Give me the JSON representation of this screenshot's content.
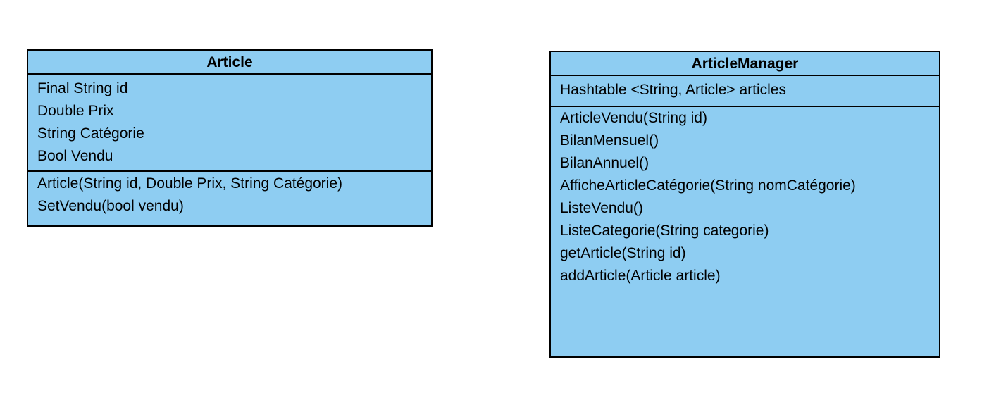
{
  "classes": [
    {
      "name": "Article",
      "attributes": [
        "Final String id",
        "Double Prix",
        "String Catégorie",
        "Bool Vendu"
      ],
      "methods": [
        "Article(String id, Double Prix, String Catégorie)",
        "SetVendu(bool vendu)"
      ]
    },
    {
      "name": "ArticleManager",
      "attributes": [
        "Hashtable <String, Article> articles"
      ],
      "methods": [
        "ArticleVendu(String id)",
        "BilanMensuel()",
        "BilanAnnuel()",
        "AfficheArticleCatégorie(String nomCatégorie)",
        "ListeVendu()",
        "ListeCategorie(String categorie)",
        "getArticle(String id)",
        "addArticle(Article article)"
      ]
    }
  ],
  "colors": {
    "class_fill": "#8ecdf2",
    "border": "#000000",
    "background": "#ffffff"
  }
}
